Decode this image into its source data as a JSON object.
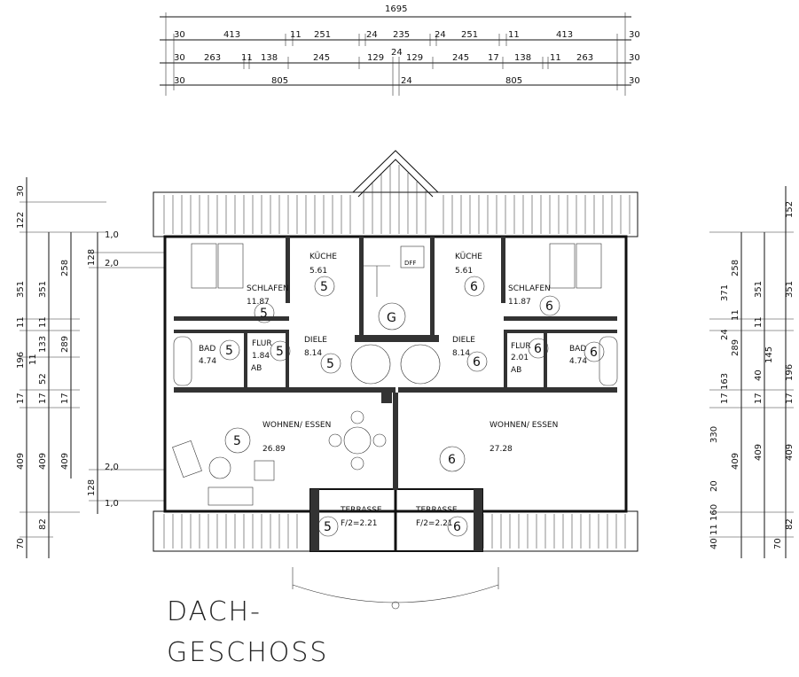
{
  "title": [
    "DACH-",
    "GESCHOSS"
  ],
  "dimensions": {
    "top_total": "1695",
    "row1": [
      "30",
      "413",
      "11",
      "251",
      "24",
      "235",
      "24",
      "251",
      "11",
      "413",
      "30"
    ],
    "row2": [
      "30",
      "263",
      "11",
      "138",
      "245",
      "129",
      "24",
      "129",
      "245",
      "17",
      "138",
      "11",
      "263",
      "30"
    ],
    "row3": [
      "30",
      "805",
      "24",
      "805",
      "30"
    ],
    "left": [
      "30",
      "122",
      "351",
      "258",
      "11",
      "11",
      "133",
      "196",
      "11",
      "52",
      "17",
      "409",
      "409",
      "409",
      "70",
      "82",
      "289",
      "17",
      "17",
      "351",
      "128",
      "1,0",
      "2,0",
      "2,0",
      "128",
      "1,0"
    ],
    "right": [
      "152",
      "371",
      "258",
      "351",
      "351",
      "11",
      "11",
      "24",
      "289",
      "145",
      "163",
      "40",
      "196",
      "17",
      "17",
      "17",
      "330",
      "409",
      "409",
      "409",
      "20",
      "160",
      "11",
      "40",
      "82",
      "70"
    ]
  },
  "rooms": [
    {
      "name": "KÜCHE",
      "area": "5.61"
    },
    {
      "name": "SCHLAFEN",
      "area": "11.87"
    },
    {
      "name": "BAD",
      "area": "4.74"
    },
    {
      "name": "FLUR",
      "area": "1.84"
    },
    {
      "name": "AB",
      "area": ""
    },
    {
      "name": "DIELE",
      "area": "8.14"
    },
    {
      "name": "WOHNEN/ ESSEN",
      "area": "26.89"
    },
    {
      "name": "TERRASSE",
      "area": "F/2=2.21"
    },
    {
      "name": "KÜCHE",
      "area": "5.61"
    },
    {
      "name": "SCHLAFEN",
      "area": "11.87"
    },
    {
      "name": "BAD",
      "area": "4.74"
    },
    {
      "name": "FLUR",
      "area": "2.01"
    },
    {
      "name": "AB",
      "area": ""
    },
    {
      "name": "DIELE",
      "area": "8.14"
    },
    {
      "name": "WOHNEN/ ESSEN",
      "area": "27.28"
    },
    {
      "name": "TERRASSE",
      "area": "F/2=2.21"
    }
  ],
  "unit_marks": {
    "left": "5",
    "right": "6",
    "stair": "G"
  },
  "labels": {
    "dff": "DFF"
  }
}
